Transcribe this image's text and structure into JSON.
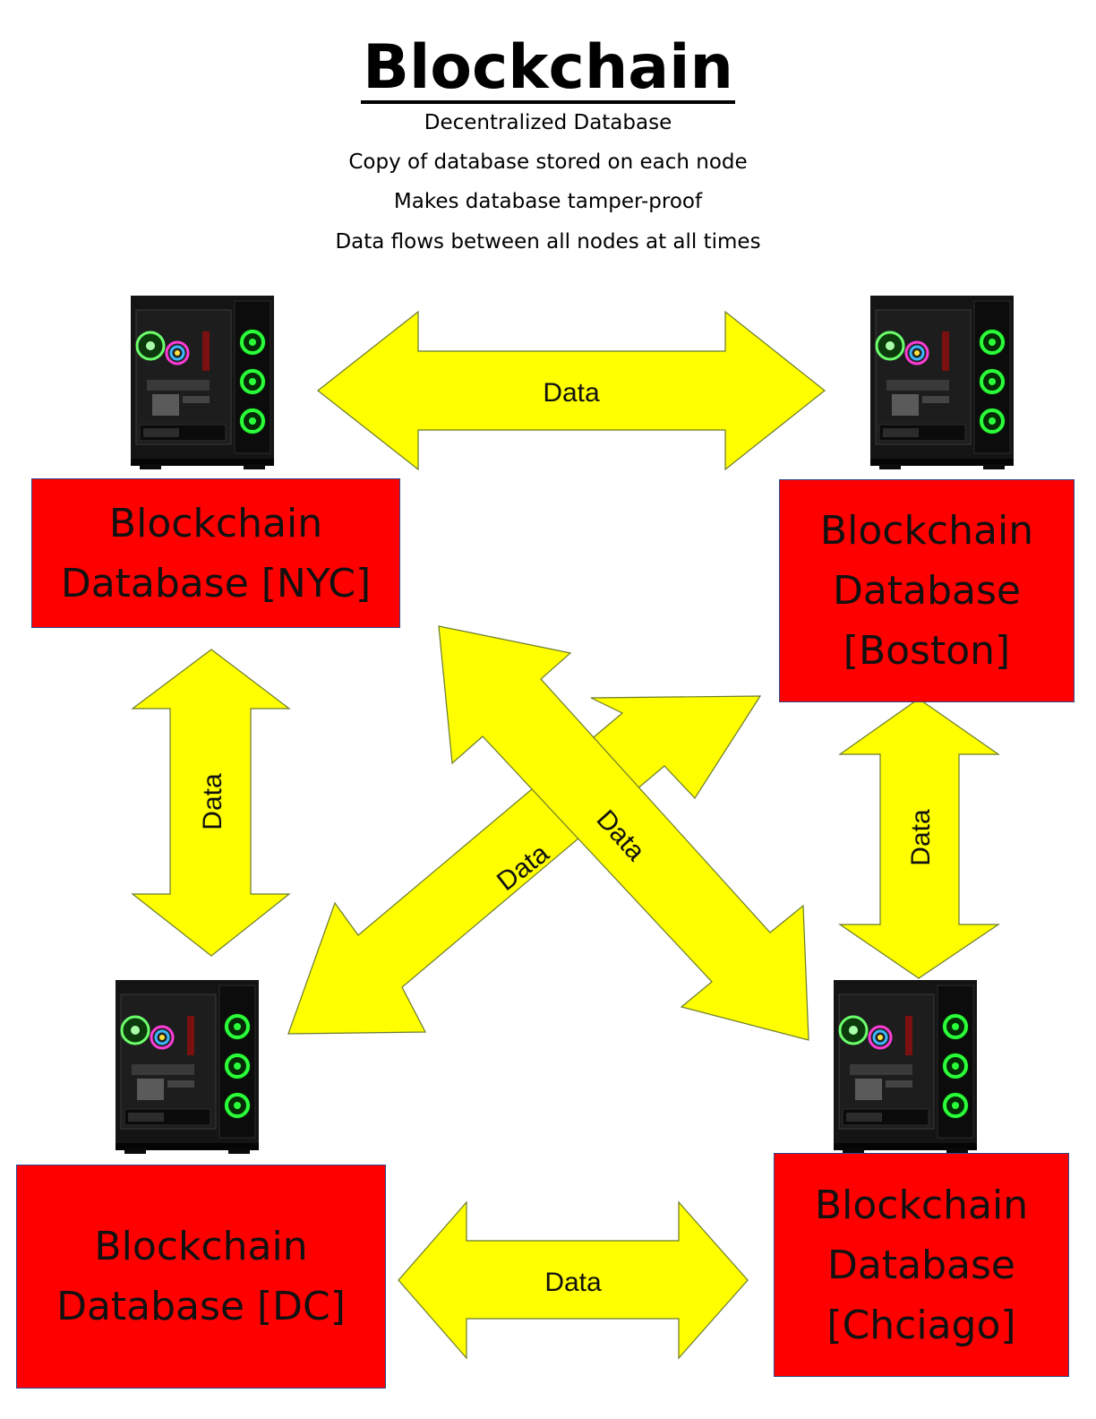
{
  "title": "Blockchain",
  "subtitle_lines": [
    "Decentralized Database",
    "Copy of database stored on each node",
    "Makes database tamper-proof",
    "Data flows between all nodes at all times"
  ],
  "colors": {
    "box_fill": "#ff0000",
    "box_border": "#2f4a8a",
    "arrow_fill": "#ffff00",
    "arrow_stroke": "#6b7a2a",
    "fan_green": "#2bff3a"
  },
  "nodes": {
    "nyc": {
      "line1": "Blockchain",
      "line2": "Database [NYC]"
    },
    "boston": {
      "line1": "Blockchain",
      "line2": "Database",
      "line3": "[Boston]"
    },
    "dc": {
      "line1": "Blockchain",
      "line2": "Database [DC]"
    },
    "chicago": {
      "line1": "Blockchain",
      "line2": "Database",
      "line3": "[Chciago]"
    }
  },
  "arrows": {
    "top": "Data",
    "left": "Data",
    "right": "Data",
    "bottom": "Data",
    "diag_dc_boston": "Data",
    "diag_nyc_chicago": "Data"
  },
  "icons": {
    "computer": "gaming-pc-tower-icon"
  }
}
